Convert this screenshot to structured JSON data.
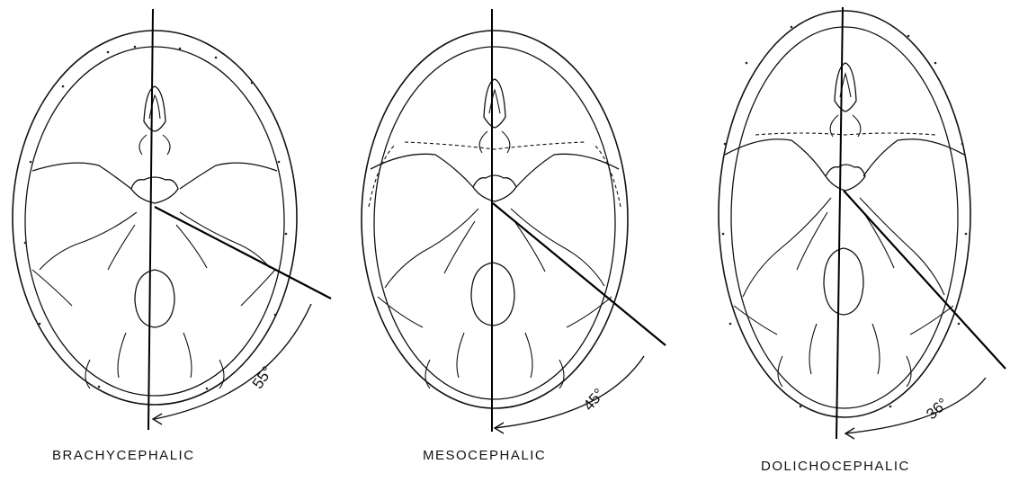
{
  "skulls": [
    {
      "id": "brachycephalic",
      "label": "BRACHYCEPHALIC",
      "angle_label": "55°"
    },
    {
      "id": "mesocephalic",
      "label": "MESOCEPHALIC",
      "angle_label": "45°"
    },
    {
      "id": "dolichocephalic",
      "label": "DOLICHOCEPHALIC",
      "angle_label": "36°"
    }
  ]
}
